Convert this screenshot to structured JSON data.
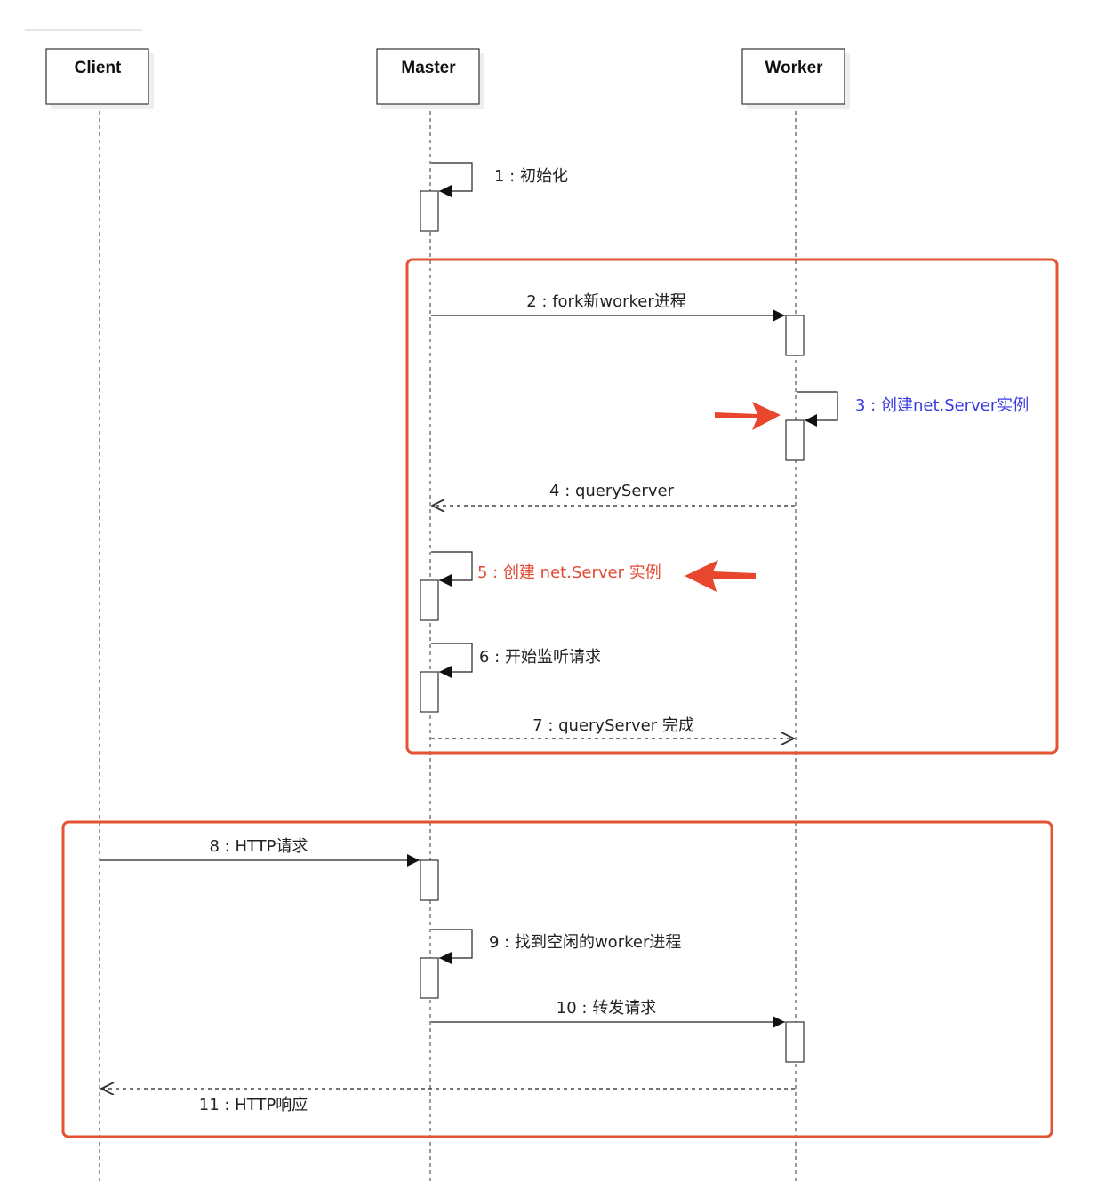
{
  "actors": [
    {
      "id": "client",
      "label": "Client"
    },
    {
      "id": "master",
      "label": "Master"
    },
    {
      "id": "worker",
      "label": "Worker"
    }
  ],
  "messages": [
    {
      "num": 1,
      "text": "1 : 初始化",
      "from": "master",
      "to": "master",
      "kind": "self"
    },
    {
      "num": 2,
      "text": "2 : fork新worker进程",
      "from": "master",
      "to": "worker",
      "kind": "sync"
    },
    {
      "num": 3,
      "text": "3 : 创建net.Server实例",
      "from": "worker",
      "to": "worker",
      "kind": "self",
      "color": "#3a3ae0"
    },
    {
      "num": 4,
      "text": "4 : queryServer",
      "from": "worker",
      "to": "master",
      "kind": "return"
    },
    {
      "num": 5,
      "text": "5 : 创建 net.Server 实例",
      "from": "master",
      "to": "master",
      "kind": "self",
      "color": "#e14a33"
    },
    {
      "num": 6,
      "text": "6 : 开始监听请求",
      "from": "master",
      "to": "master",
      "kind": "self"
    },
    {
      "num": 7,
      "text": "7 : queryServer 完成",
      "from": "master",
      "to": "worker",
      "kind": "return"
    },
    {
      "num": 8,
      "text": "8 : HTTP请求",
      "from": "client",
      "to": "master",
      "kind": "sync"
    },
    {
      "num": 9,
      "text": "9 : 找到空闲的worker进程",
      "from": "master",
      "to": "master",
      "kind": "self"
    },
    {
      "num": 10,
      "text": "10 : 转发请求",
      "from": "master",
      "to": "worker",
      "kind": "sync"
    },
    {
      "num": 11,
      "text": "11 : HTTP响应",
      "from": "worker",
      "to": "client",
      "kind": "return"
    }
  ],
  "highlight_frames": [
    {
      "name": "master-worker-setup",
      "messages": [
        2,
        3,
        4,
        5,
        6,
        7
      ]
    },
    {
      "name": "request-handling",
      "messages": [
        8,
        9,
        10,
        11
      ]
    }
  ],
  "highlight_arrows": [
    {
      "target_message": 3,
      "direction": "right"
    },
    {
      "target_message": 5,
      "direction": "left"
    }
  ],
  "colors": {
    "frame": "#e55335",
    "highlight_arrow": "#e8472d",
    "msg3_text": "#3a3ae0",
    "msg5_text": "#e14a33"
  }
}
